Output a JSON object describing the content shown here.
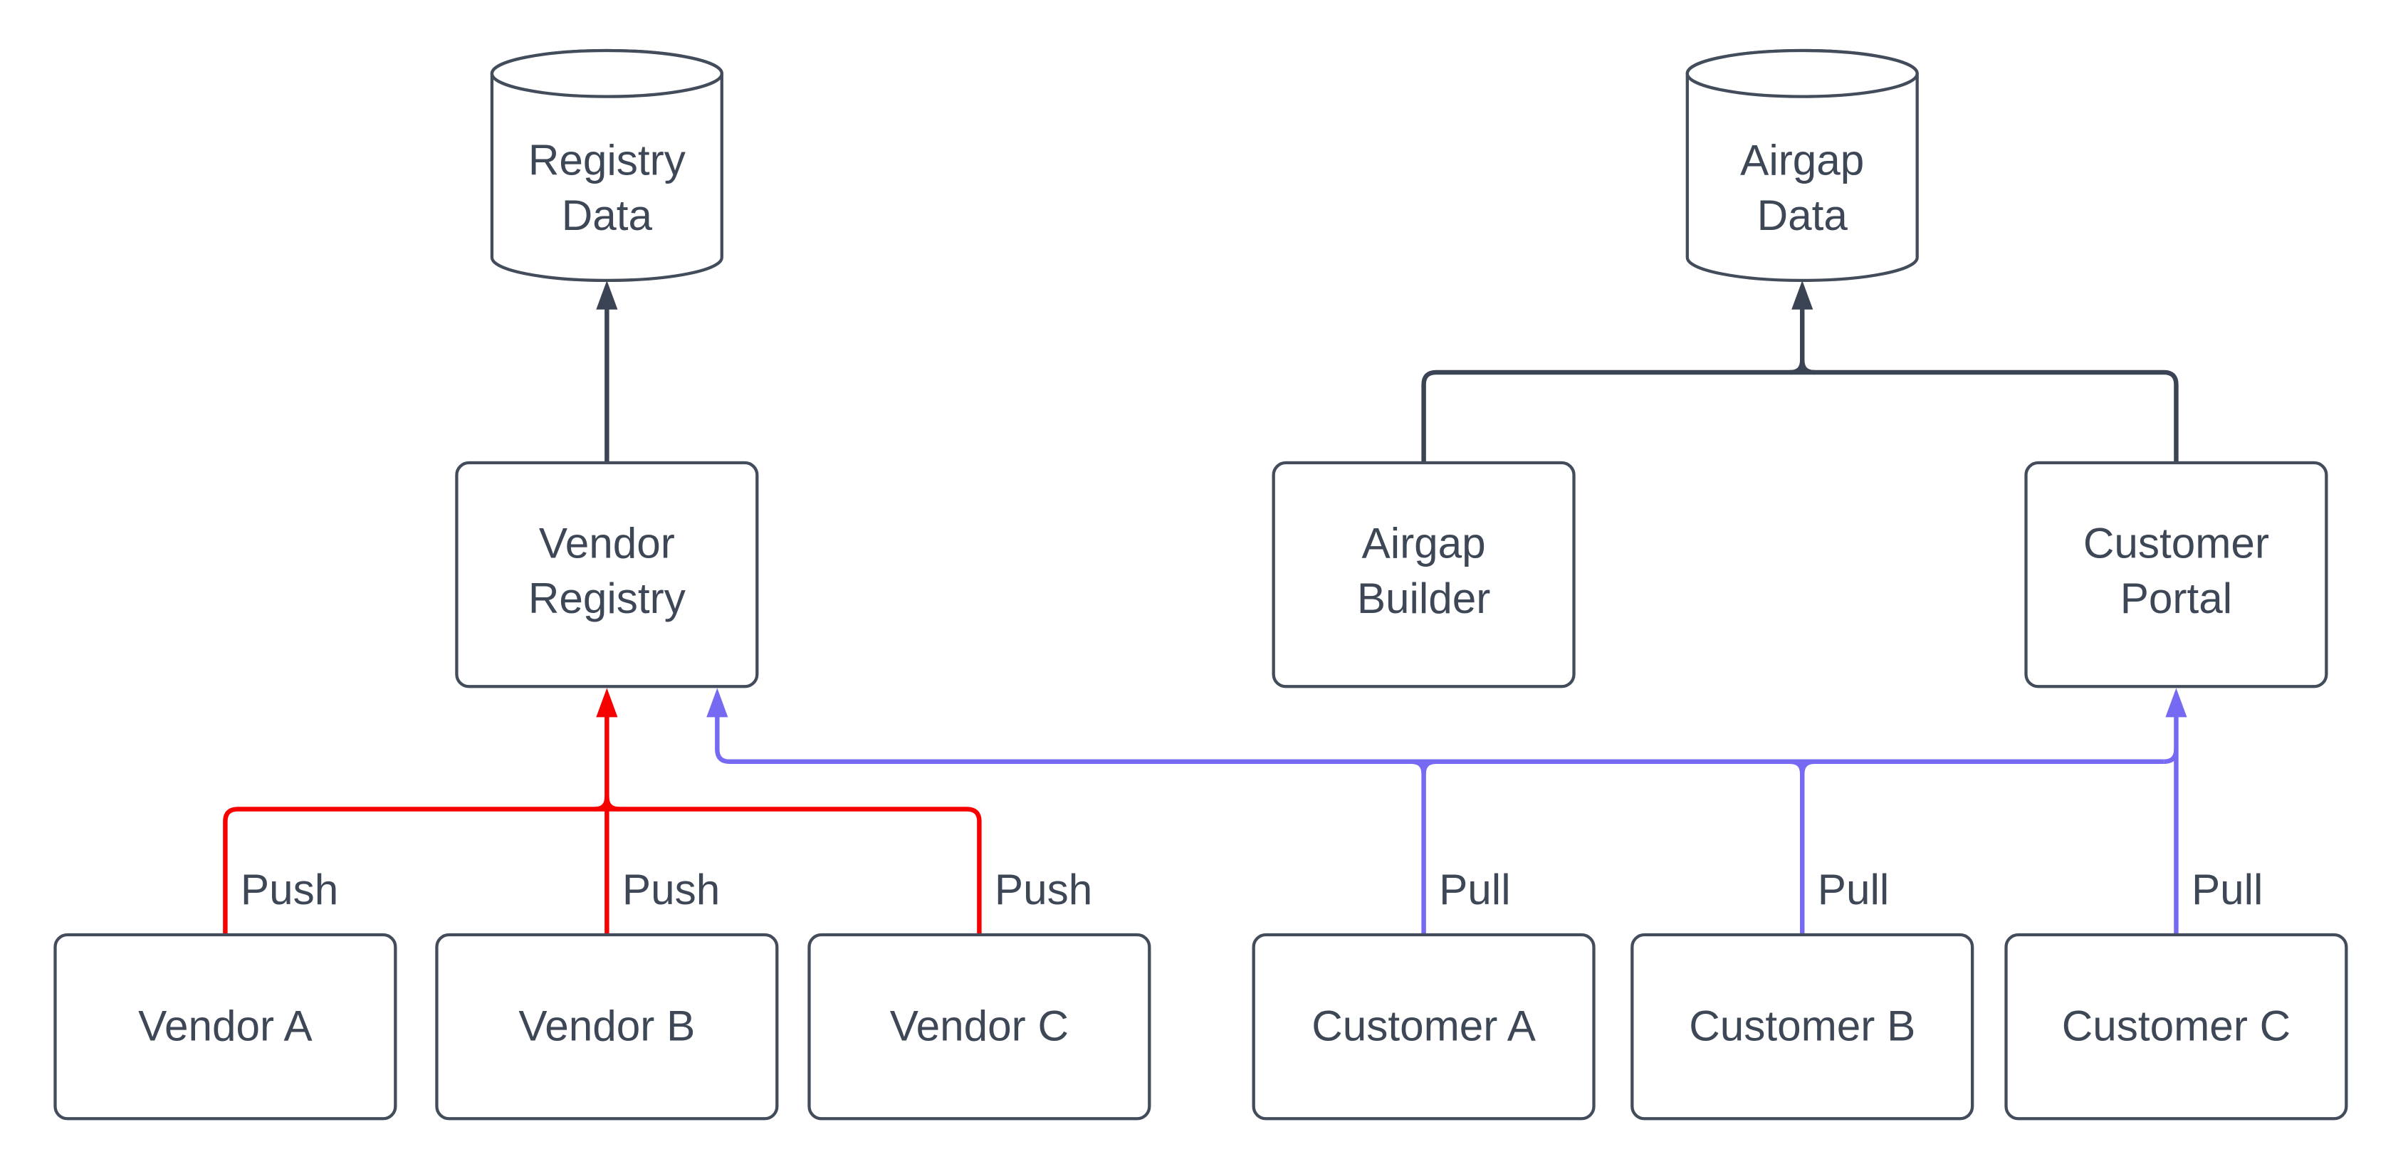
{
  "diagram": {
    "colors": {
      "dark_edge": "#3b4454",
      "node_border": "#434c5b",
      "text": "#3e4756",
      "push": "#f70000",
      "pull": "#766af3",
      "node_fill": "#ffffff",
      "background": "#ffffff"
    },
    "datastores": {
      "registry_data": {
        "line1": "Registry",
        "line2": "Data"
      },
      "airgap_data": {
        "line1": "Airgap",
        "line2": "Data"
      }
    },
    "services": {
      "vendor_registry": {
        "line1": "Vendor",
        "line2": "Registry"
      },
      "airgap_builder": {
        "line1": "Airgap",
        "line2": "Builder"
      },
      "customer_portal": {
        "line1": "Customer",
        "line2": "Portal"
      }
    },
    "vendors": [
      {
        "label": "Vendor A"
      },
      {
        "label": "Vendor B"
      },
      {
        "label": "Vendor C"
      }
    ],
    "customers": [
      {
        "label": "Customer A"
      },
      {
        "label": "Customer B"
      },
      {
        "label": "Customer C"
      }
    ],
    "edge_labels": {
      "push": [
        "Push",
        "Push",
        "Push"
      ],
      "pull": [
        "Pull",
        "Pull",
        "Pull"
      ]
    }
  }
}
